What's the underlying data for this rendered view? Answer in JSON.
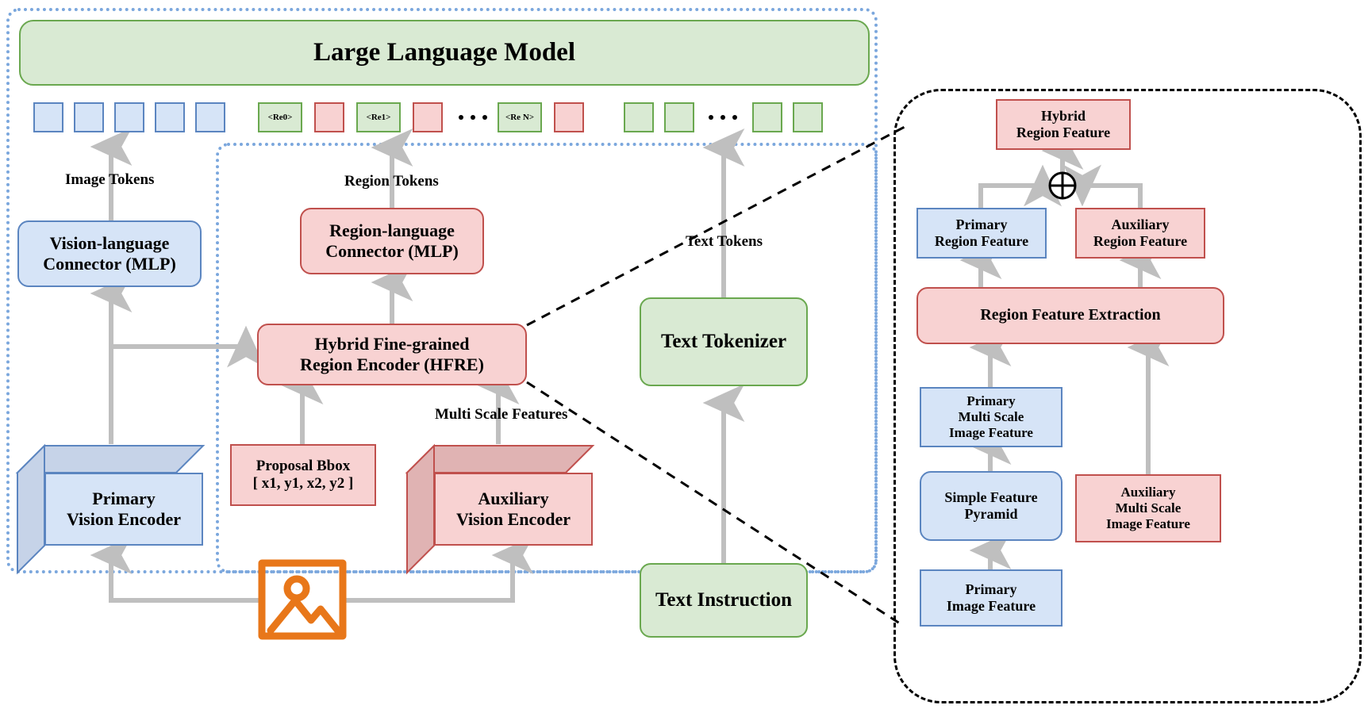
{
  "diagram": {
    "title": "Hybrid Fine-grained Region Encoder multimodal architecture",
    "colors": {
      "green_fill": "#d9ead3",
      "green_stroke": "#6aa84f",
      "blue_fill": "#d6e4f7",
      "blue_stroke": "#5b85c0",
      "pink_fill": "#f8d2d2",
      "pink_stroke": "#c0504d",
      "arrow_gray": "#bfbfbf",
      "dotted_blue": "#7ba7dd",
      "dashed_black": "#000000",
      "image_icon_orange": "#e8771a"
    }
  },
  "llm": {
    "label": "Large Language Model"
  },
  "tokens": {
    "image_tokens": [
      "",
      "",
      "",
      "",
      ""
    ],
    "region_tokens": [
      {
        "type": "green",
        "label": "<Re0>"
      },
      {
        "type": "pink",
        "label": ""
      },
      {
        "type": "green",
        "label": "<Re1>"
      },
      {
        "type": "pink",
        "label": ""
      },
      {
        "type": "ellipsis",
        "label": "• • •"
      },
      {
        "type": "green",
        "label": "<Re N>"
      },
      {
        "type": "pink",
        "label": ""
      }
    ],
    "text_tokens": [
      {
        "type": "green",
        "label": ""
      },
      {
        "type": "green",
        "label": ""
      },
      {
        "type": "ellipsis",
        "label": "• • •"
      },
      {
        "type": "green",
        "label": ""
      },
      {
        "type": "green",
        "label": ""
      }
    ]
  },
  "edge_labels": {
    "image_tokens": "Image Tokens",
    "region_tokens": "Region Tokens",
    "text_tokens": "Text Tokens",
    "multi_scale_features": "Multi Scale Features"
  },
  "left_column": {
    "vision_language_connector": "Vision-language\nConnector (MLP)",
    "vision_language_connector_line1": "Vision-language",
    "vision_language_connector_line2": "Connector (MLP)",
    "primary_vision_encoder_line1": "Primary",
    "primary_vision_encoder_line2": "Vision Encoder"
  },
  "middle_column": {
    "region_language_connector_line1": "Region-language",
    "region_language_connector_line2": "Connector (MLP)",
    "hfre_line1": "Hybrid Fine-grained",
    "hfre_line2": "Region Encoder (HFRE)",
    "proposal_bbox_line1": "Proposal Bbox",
    "proposal_bbox_line2": "[ x1, y1, x2, y2 ]",
    "auxiliary_vision_encoder_line1": "Auxiliary",
    "auxiliary_vision_encoder_line2": "Vision Encoder",
    "image_icon": "image-icon"
  },
  "text_column": {
    "text_tokenizer": "Text Tokenizer",
    "text_instruction": "Text Instruction"
  },
  "hfre_detail": {
    "hybrid_region_feature_line1": "Hybrid",
    "hybrid_region_feature_line2": "Region Feature",
    "sum_operator": "⊕",
    "primary_region_feature_line1": "Primary",
    "primary_region_feature_line2": "Region Feature",
    "auxiliary_region_feature_line1": "Auxiliary",
    "auxiliary_region_feature_line2": "Region Feature",
    "region_feature_extraction": "Region Feature Extraction",
    "primary_multi_scale_line1": "Primary",
    "primary_multi_scale_line2": "Multi Scale",
    "primary_multi_scale_line3": "Image Feature",
    "simple_feature_pyramid_line1": "Simple Feature",
    "simple_feature_pyramid_line2": "Pyramid",
    "auxiliary_multi_scale_line1": "Auxiliary",
    "auxiliary_multi_scale_line2": "Multi Scale",
    "auxiliary_multi_scale_line3": "Image Feature",
    "primary_image_feature_line1": "Primary",
    "primary_image_feature_line2": "Image Feature"
  }
}
